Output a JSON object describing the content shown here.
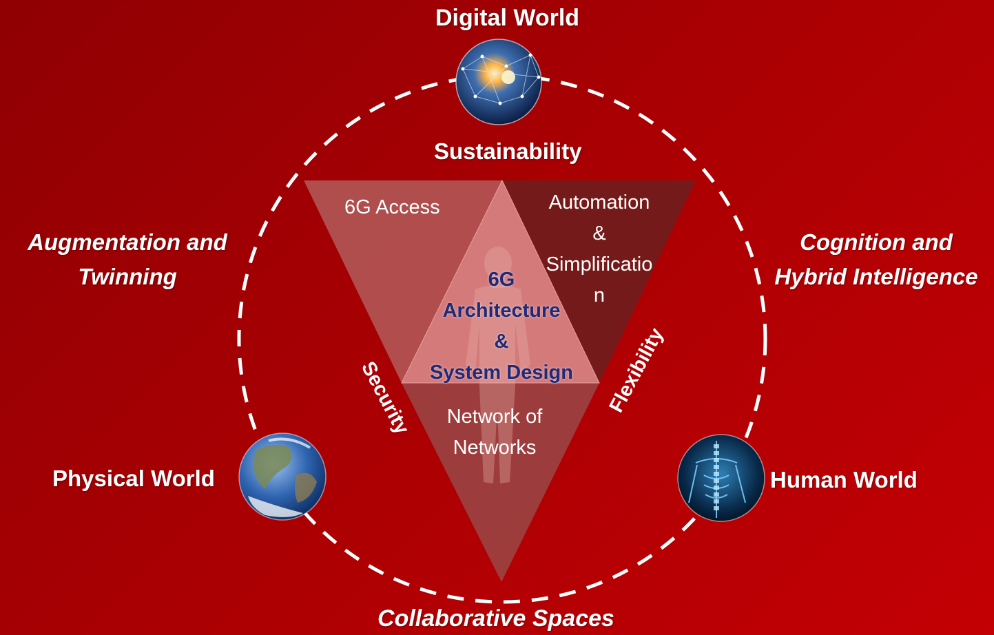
{
  "worlds": {
    "digital": "Digital World",
    "physical": "Physical World",
    "human": "Human World"
  },
  "themes": {
    "augmentation": [
      "Augmentation and",
      "Twinning"
    ],
    "cognition": [
      "Cognition and",
      "Hybrid Intelligence"
    ],
    "collaborative": "Collaborative Spaces"
  },
  "pillars": {
    "sustainability": "Sustainability",
    "security": "Security",
    "flexibility": "Flexibility"
  },
  "segments": {
    "access": "6G Access",
    "automation": [
      "Automation",
      "&",
      "Simplificatio",
      "n"
    ],
    "network": [
      "Network of",
      "Networks"
    ]
  },
  "center": [
    "6G",
    "Architecture",
    "&",
    "System Design"
  ],
  "colors": {
    "background_dark": "#8f0003",
    "background_light": "#c30004",
    "dashed_ring": "#ffffff",
    "center_text": "#1f2a78",
    "segment_light": "#b05858",
    "segment_dark": "#6e1c1c"
  },
  "icons": {
    "digital": "network-globe-icon",
    "physical": "earth-globe-icon",
    "human": "human-body-xray-icon",
    "center": "human-silhouette-icon"
  }
}
